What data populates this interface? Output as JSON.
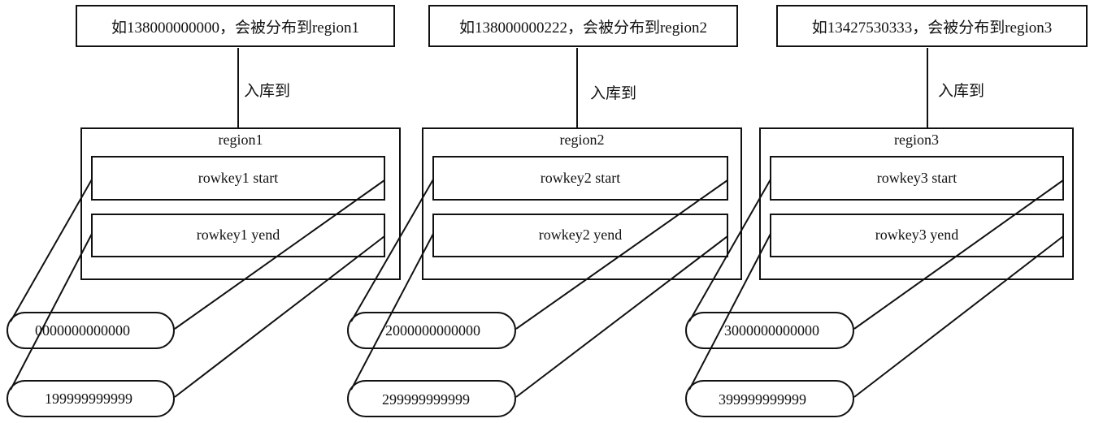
{
  "diagram": {
    "edge_label": "入库到",
    "columns": [
      {
        "example_note": "如138000000000，会被分布到region1",
        "region_name": "region1",
        "rowkey_start": "rowkey1 start",
        "rowkey_end": "rowkey1 yend",
        "range_start_value": "0000000000000",
        "range_end_value": "199999999999"
      },
      {
        "example_note": "如138000000222，会被分布到region2",
        "region_name": "region2",
        "rowkey_start": "rowkey2 start",
        "rowkey_end": "rowkey2 yend",
        "range_start_value": "2000000000000",
        "range_end_value": "299999999999"
      },
      {
        "example_note": "如13427530333，会被分布到region3",
        "region_name": "region3",
        "rowkey_start": "rowkey3 start",
        "rowkey_end": "rowkey3 yend",
        "range_start_value": "3000000000000",
        "range_end_value": "399999999999"
      }
    ]
  }
}
